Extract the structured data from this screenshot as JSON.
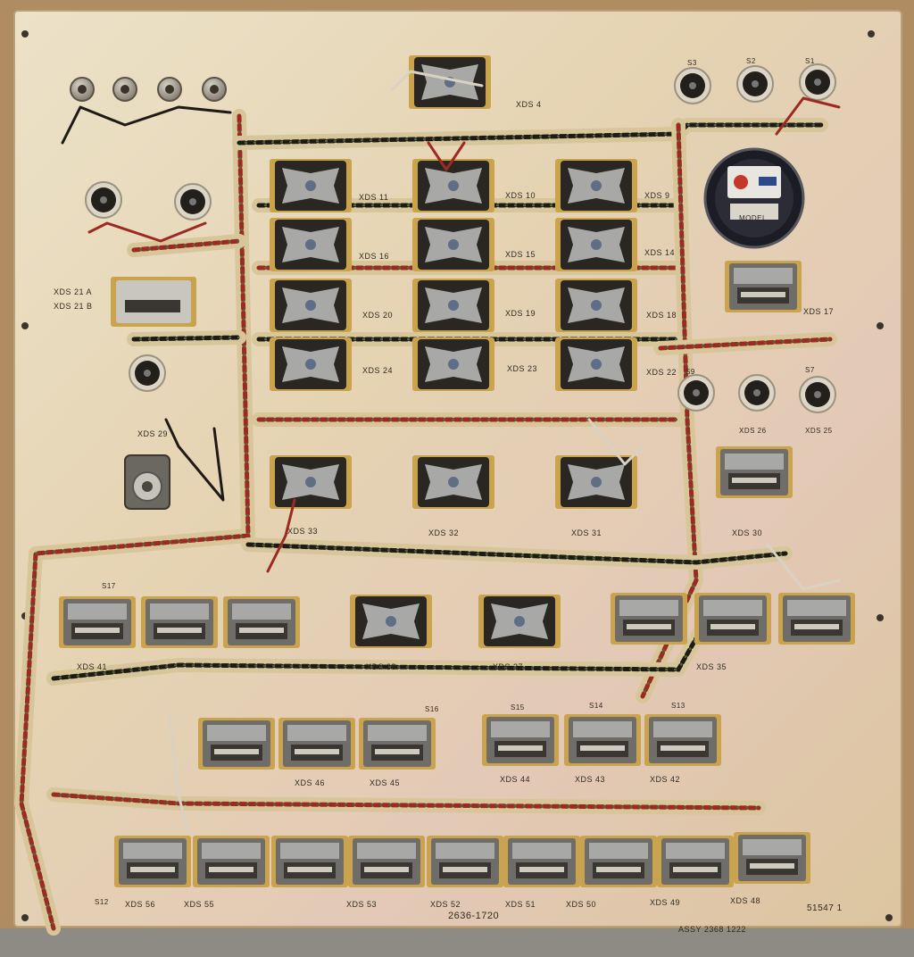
{
  "board": {
    "label_xds21a": "XDS 21 A",
    "label_xds21b": "XDS 21 B",
    "label_xds29": "XDS 29",
    "part_number": "2636-1720",
    "assembly": "ASSY  2368  1222",
    "serial": "51547  1",
    "meter_model": "MODEL"
  },
  "sockets": [
    {
      "id": "xds4",
      "type": "octal",
      "label": "XDS 4"
    },
    {
      "id": "xds11",
      "type": "octal",
      "label": "XDS 11"
    },
    {
      "id": "xds10",
      "type": "octal",
      "label": "XDS 10"
    },
    {
      "id": "xds9",
      "type": "octal",
      "label": "XDS 9"
    },
    {
      "id": "xds16",
      "type": "octal",
      "label": "XDS 16"
    },
    {
      "id": "xds15",
      "type": "octal",
      "label": "XDS 15"
    },
    {
      "id": "xds14",
      "type": "octal",
      "label": "XDS 14"
    },
    {
      "id": "xds20",
      "type": "octal",
      "label": "XDS 20"
    },
    {
      "id": "xds19",
      "type": "octal",
      "label": "XDS 19"
    },
    {
      "id": "xds18",
      "type": "octal",
      "label": "XDS 18"
    },
    {
      "id": "xds24",
      "type": "octal",
      "label": "XDS 24"
    },
    {
      "id": "xds23",
      "type": "octal",
      "label": "XDS 23"
    },
    {
      "id": "xds22",
      "type": "octal",
      "label": "XDS 22"
    },
    {
      "id": "xds17",
      "type": "relay",
      "label": "XDS 17"
    },
    {
      "id": "xds33",
      "type": "octal",
      "label": "XDS 33"
    },
    {
      "id": "xds32",
      "type": "octal",
      "label": "XDS 32"
    },
    {
      "id": "xds31",
      "type": "octal",
      "label": "XDS 31"
    },
    {
      "id": "xds30",
      "type": "relay",
      "label": "XDS 30"
    },
    {
      "id": "xds41",
      "type": "relay",
      "label": "XDS 41"
    },
    {
      "id": "xds40",
      "type": "relay",
      "label": ""
    },
    {
      "id": "xds39",
      "type": "relay",
      "label": ""
    },
    {
      "id": "xds38",
      "type": "octal",
      "label": "XDS 38"
    },
    {
      "id": "xds37",
      "type": "octal",
      "label": "XDS 37"
    },
    {
      "id": "xds36",
      "type": "relay",
      "label": ""
    },
    {
      "id": "xds35",
      "type": "relay",
      "label": "XDS 35"
    },
    {
      "id": "xds34",
      "type": "relay",
      "label": ""
    },
    {
      "id": "xds47",
      "type": "relay",
      "label": ""
    },
    {
      "id": "xds46",
      "type": "relay",
      "label": "XDS 46"
    },
    {
      "id": "xds45",
      "type": "relay",
      "label": "XDS 45"
    },
    {
      "id": "xds44",
      "type": "relay",
      "label": "XDS 44"
    },
    {
      "id": "xds43",
      "type": "relay",
      "label": "XDS 43"
    },
    {
      "id": "xds42",
      "type": "relay",
      "label": "XDS 42"
    },
    {
      "id": "xds56",
      "type": "relay",
      "label": "XDS 56"
    },
    {
      "id": "xds55",
      "type": "relay",
      "label": "XDS 55"
    },
    {
      "id": "xds54",
      "type": "relay",
      "label": ""
    },
    {
      "id": "xds53",
      "type": "relay",
      "label": "XDS 53"
    },
    {
      "id": "xds52",
      "type": "relay",
      "label": "XDS 52"
    },
    {
      "id": "xds51",
      "type": "relay",
      "label": "XDS 51"
    },
    {
      "id": "xds50",
      "type": "relay",
      "label": "XDS 50"
    },
    {
      "id": "xds49",
      "type": "relay",
      "label": "XDS 49"
    },
    {
      "id": "xds48",
      "type": "relay",
      "label": "XDS 48"
    }
  ],
  "switch_labels": [
    "S3",
    "S2",
    "S1",
    "S9",
    "XDS 26",
    "S7",
    "XDS 25",
    "S17",
    "S16",
    "S15",
    "S14",
    "S13",
    "S12"
  ],
  "colors": {
    "panel": "#e6d6b4",
    "wood": "#b5936a",
    "wire_red": "#9c2a23",
    "wire_black": "#1e1a16",
    "wire_white": "#d9d2c2",
    "lace": "#d6c69a",
    "socket_dark": "#2a2622",
    "socket_body": "#a8a8a6",
    "brass": "#c9a34e"
  }
}
